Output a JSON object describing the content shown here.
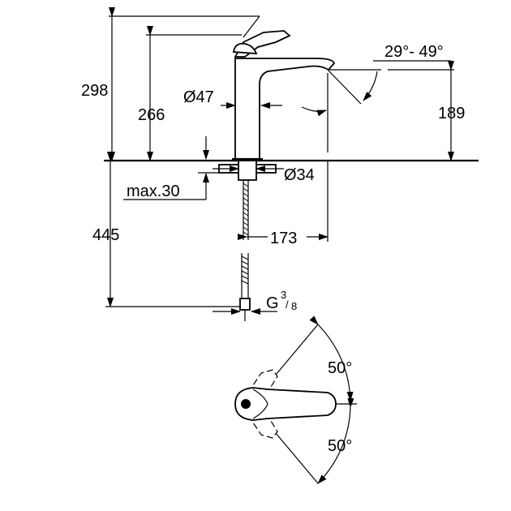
{
  "dimensions": {
    "total_height": "298",
    "spout_height": "266",
    "spout_outlet": "189",
    "body_diameter": "Ø47",
    "hole_diameter": "Ø34",
    "max_thickness": "max.30",
    "hose_length": "445",
    "spout_reach": "173",
    "connection_thread_prefix": "G",
    "connection_thread_numerator": "3",
    "connection_thread_denominator": "8",
    "spout_angle": "29°- 49°",
    "handle_rotation_upper": "50°",
    "handle_rotation_lower": "50°"
  }
}
